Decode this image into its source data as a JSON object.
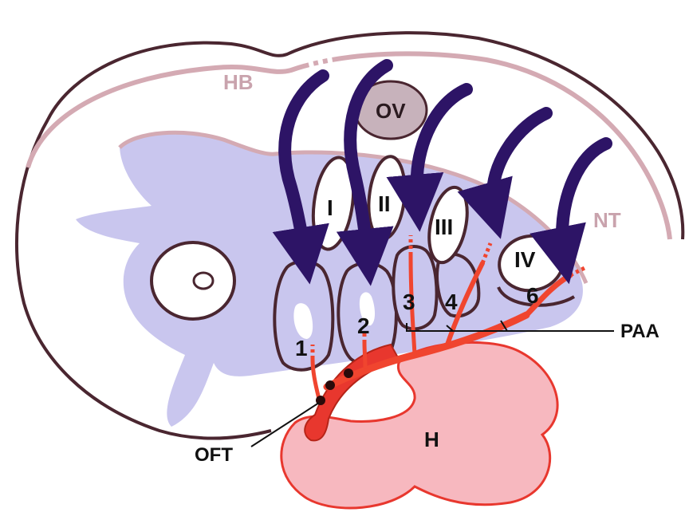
{
  "diagram": {
    "region_labels": {
      "hindbrain": "HB",
      "otic_vesicle": "OV",
      "neural_tube": "NT",
      "heart": "H"
    },
    "pharyngeal_arches": [
      "I",
      "II",
      "III",
      "IV"
    ],
    "aortic_arch_numbers": [
      "1",
      "2",
      "3",
      "4",
      "6"
    ],
    "callouts": {
      "outflow_tract": "OFT",
      "pharyngeal_arch_arteries": "PAA"
    },
    "colors": {
      "outline": "#4a2630",
      "neural_tube": "#d4aab3",
      "pharyngeal_region": "#c9c6ee",
      "otic_vesicle": "#c7b2bb",
      "heart_fill": "#f7b8bf",
      "heart_stroke": "#e8372e",
      "artery": "#f0452f",
      "arrow": "#2d1466",
      "label_pink": "#c9a3ad",
      "label_dark": "#111111"
    },
    "icons": {
      "migration_arrow": "curved-arrow-icon",
      "cushion_cells": "dot-icon"
    }
  }
}
